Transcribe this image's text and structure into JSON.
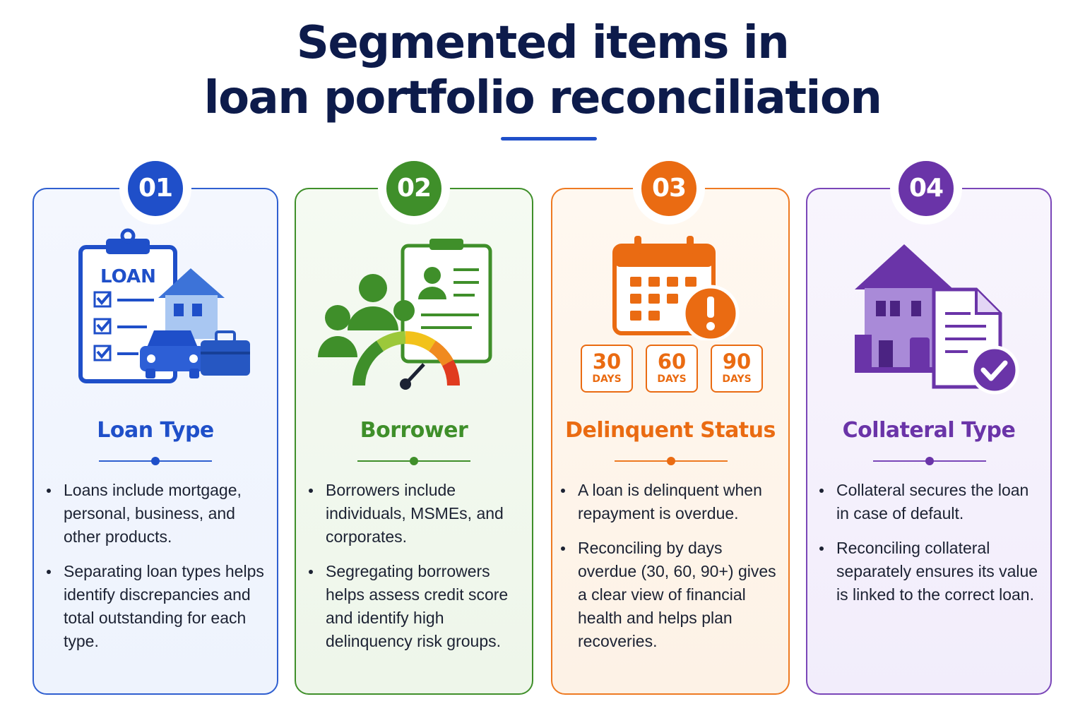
{
  "title": {
    "line1": "Segmented items in",
    "line2": "loan portfolio reconciliation"
  },
  "colors": {
    "title": "#0d1b4b",
    "blue": "#1f4fc9",
    "green": "#3f8f2a",
    "orange": "#ea6b12",
    "purple": "#6a34a8"
  },
  "cards": [
    {
      "number": "01",
      "title": "Loan Type",
      "icon": "loan-clipboard-house-car-briefcase-icon",
      "icon_text": "LOAN",
      "bullets": [
        "Loans include mortgage, personal, business, and other products.",
        "Separating loan types helps identify discrepancies and total outstanding for each type."
      ]
    },
    {
      "number": "02",
      "title": "Borrower",
      "icon": "borrowers-credit-gauge-icon",
      "bullets": [
        "Borrowers include individuals, MSMEs, and corporates.",
        "Segregating borrowers helps assess credit score and identify high delinquency risk groups."
      ]
    },
    {
      "number": "03",
      "title": "Delinquent Status",
      "icon": "calendar-alert-icon",
      "days": [
        {
          "value": "30",
          "unit": "DAYS"
        },
        {
          "value": "60",
          "unit": "DAYS"
        },
        {
          "value": "90",
          "unit": "DAYS"
        }
      ],
      "bullets": [
        "A loan is delinquent when repayment is overdue.",
        "Reconciling by days overdue (30, 60, 90+) gives a clear view of financial health and helps plan recoveries."
      ]
    },
    {
      "number": "04",
      "title": "Collateral Type",
      "icon": "collateral-house-document-check-icon",
      "bullets": [
        "Collateral secures the loan in case of default.",
        "Reconciling collateral separately ensures its value is linked to the correct loan."
      ]
    }
  ]
}
